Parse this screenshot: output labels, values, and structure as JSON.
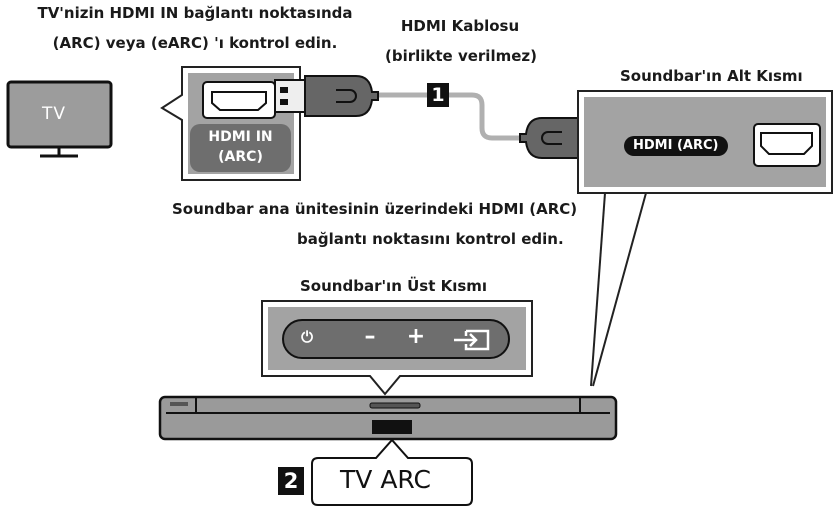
{
  "tv_port_instruction": {
    "line1": "TV'nizin HDMI IN bağlantı noktasında",
    "line2": "(ARC) veya (eARC) 'ı kontrol edin."
  },
  "cable": {
    "line1": "HDMI Kablosu",
    "line2": "(birlikte verilmez)",
    "step": "1"
  },
  "soundbar_bottom_label": "Soundbar'ın Alt Kısmı",
  "tv": {
    "label": "TV",
    "port_label_line1": "HDMI IN",
    "port_label_line2": "(ARC)"
  },
  "soundbar_port_label": "HDMI (ARC)",
  "soundbar_instruction": {
    "line1": "Soundbar ana ünitesinin üzerindeki  HDMI (ARC)",
    "line2": "bağlantı noktasını kontrol edin."
  },
  "soundbar_top_label": "Soundbar'ın Üst Kısmı",
  "top_panel_buttons": {
    "power": "⏻",
    "minus": "–",
    "plus": "+"
  },
  "display": {
    "step": "2",
    "text": "TV ARC"
  },
  "colors": {
    "panel_gray": "#8a8a8a",
    "dark": "#111111",
    "cable": "#b0b0b0"
  }
}
